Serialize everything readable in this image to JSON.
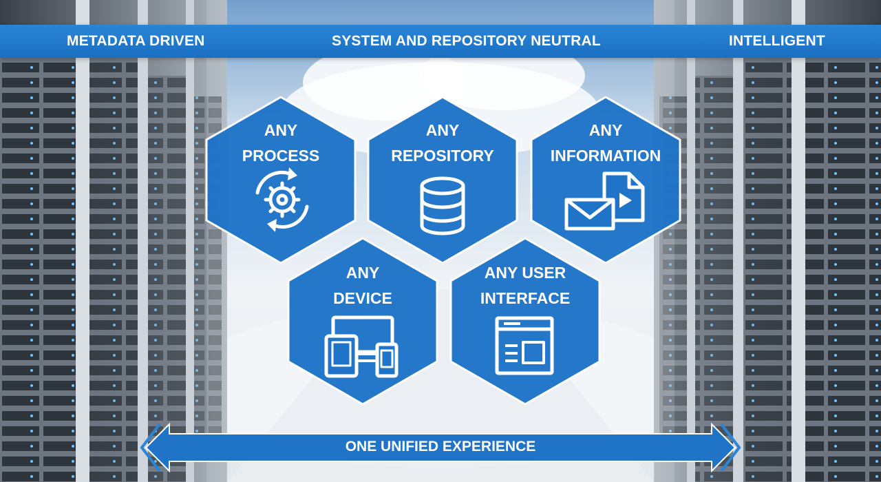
{
  "banner": {
    "left_label": "METADATA DRIVEN",
    "center_label": "SYSTEM AND REPOSITORY NEUTRAL",
    "right_label": "INTELLIGENT"
  },
  "hexagons": [
    {
      "line1": "ANY",
      "line2": "PROCESS",
      "icon": "process-cycle-icon"
    },
    {
      "line1": "ANY",
      "line2": "REPOSITORY",
      "icon": "database-icon"
    },
    {
      "line1": "ANY",
      "line2": "INFORMATION",
      "icon": "email-and-media-file-icon"
    },
    {
      "line1": "ANY",
      "line2": "DEVICE",
      "icon": "multi-device-icon"
    },
    {
      "line1": "ANY USER",
      "line2": "INTERFACE",
      "icon": "user-interface-window-icon"
    }
  ],
  "footer": {
    "arrow_label": "ONE UNIFIED EXPERIENCE"
  },
  "colors": {
    "brand_blue": "#1a6fc2",
    "hex_blue": "#1f74c8",
    "white": "#ffffff"
  }
}
